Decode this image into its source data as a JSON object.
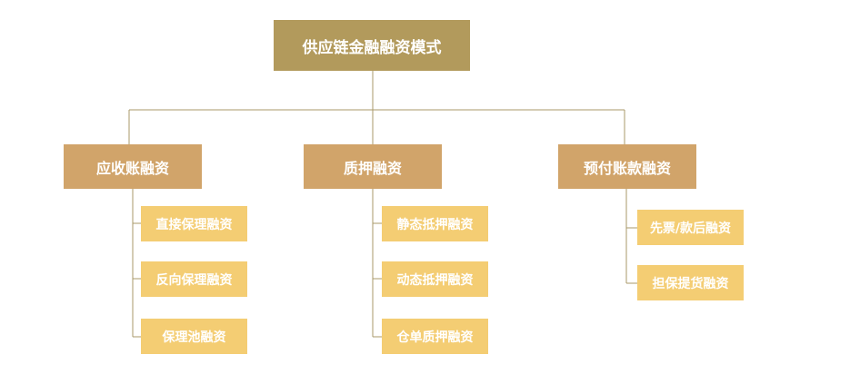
{
  "diagram": {
    "root": {
      "label": "供应链金融融资模式"
    },
    "categories": [
      {
        "label": "应收账融资",
        "children": [
          "直接保理融资",
          "反向保理融资",
          "保理池融资"
        ]
      },
      {
        "label": "质押融资",
        "children": [
          "静态抵押融资",
          "动态抵押融资",
          "仓单质押融资"
        ]
      },
      {
        "label": "预付账款融资",
        "children": [
          "先票/款后融资",
          "担保提货融资"
        ]
      }
    ],
    "colors": {
      "root": "#b29a5c",
      "category": "#d1a46a",
      "leaf": "#f4cd73",
      "connector": "#a8986a",
      "text": "#ffffff"
    }
  }
}
